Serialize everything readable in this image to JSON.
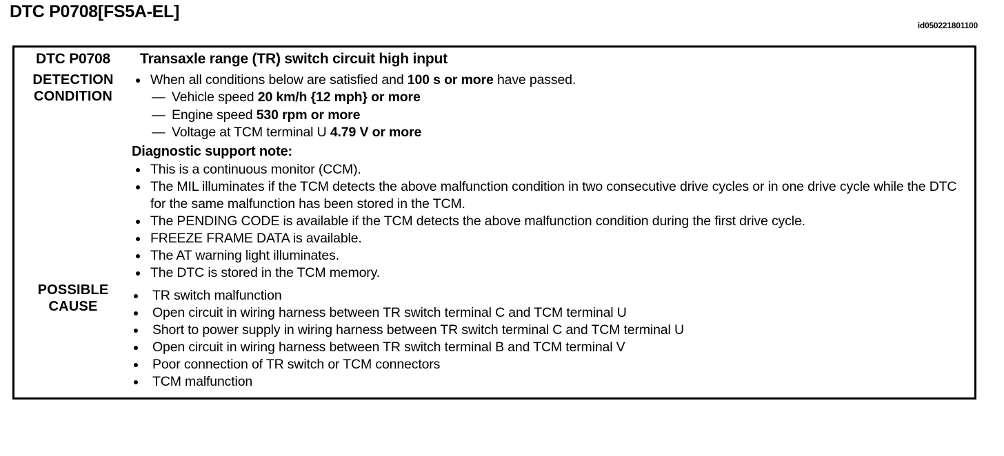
{
  "header": {
    "title": "DTC P0708[FS5A-EL]",
    "doc_id": "id050221801100"
  },
  "table": {
    "dtc_code": "DTC P0708",
    "dtc_description": "Transaxle range (TR) switch circuit high input",
    "detection": {
      "label_line1": "DETECTION",
      "label_line2": "CONDITION",
      "intro_bullet_pre": "When all conditions below are satisfied and ",
      "intro_bullet_bold": "100 s or more",
      "intro_bullet_post": " have passed.",
      "sub_conditions": [
        {
          "normal": "Vehicle speed ",
          "bold": "20 km/h {12 mph} or more"
        },
        {
          "normal": "Engine speed ",
          "bold": "530 rpm or more"
        },
        {
          "normal": "Voltage at TCM terminal U ",
          "bold": "4.79 V or more"
        }
      ],
      "support_note_title": "Diagnostic support note:",
      "notes": [
        "This is a continuous monitor (CCM).",
        "The MIL illuminates if the TCM detects the above malfunction condition in two consecutive drive cycles or in one drive cycle while the DTC for the same malfunction has been stored in the TCM.",
        "The PENDING CODE is available if the TCM detects the above malfunction condition during the first drive cycle.",
        "FREEZE FRAME DATA is available.",
        "The AT warning light illuminates.",
        "The DTC is stored in the TCM memory."
      ]
    },
    "possible_cause": {
      "label_line1": "POSSIBLE",
      "label_line2": "CAUSE",
      "causes": [
        "TR switch malfunction",
        "Open circuit in wiring harness between TR switch terminal C and TCM terminal U",
        "Short to power supply in wiring harness between TR switch terminal C and TCM terminal U",
        "Open circuit in wiring harness between TR switch terminal B and TCM terminal V",
        "Poor connection of TR switch or TCM connectors",
        "TCM malfunction"
      ]
    }
  }
}
